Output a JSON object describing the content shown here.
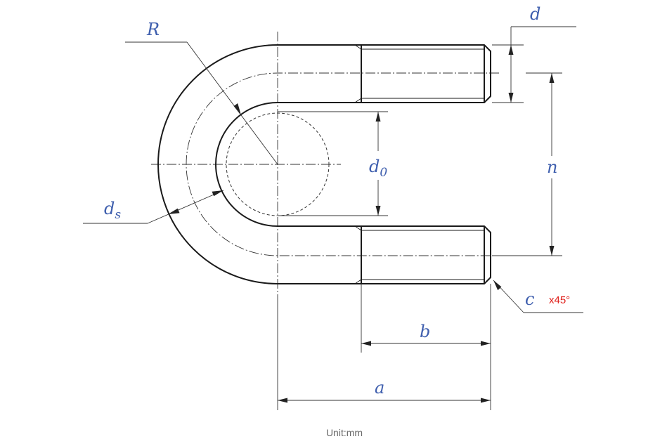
{
  "colors": {
    "symbol": "#3f5fae",
    "chamfer_angle": "#e0201b",
    "unit": "#6a6a6a",
    "line": "#1a1a1a"
  },
  "labels": {
    "R": "R",
    "d": "d",
    "d0_main": "d",
    "d0_sub": "0",
    "n": "n",
    "ds_main": "d",
    "ds_sub": "s",
    "c": "c",
    "chamfer_angle": "x45°",
    "b": "b",
    "a": "a"
  },
  "unit": "Unit:mm"
}
